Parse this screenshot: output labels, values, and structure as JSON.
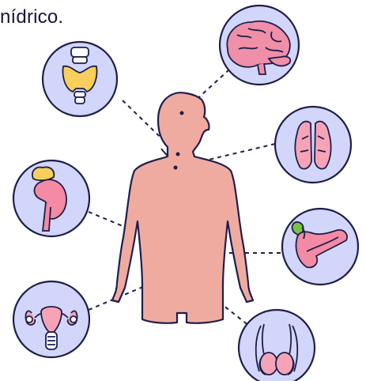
{
  "caption": "nídrico.",
  "colors": {
    "outline": "#1e1e4b",
    "circle_fill": "#d3d6fb",
    "skin": "#f0aba1",
    "organ_pink": "#f6a3b8",
    "gland_yellow": "#f7cf5a",
    "kidney_pink": "#f48aa3",
    "brain_pink": "#f08fa8",
    "gall_green": "#7ac443",
    "white": "#ffffff"
  },
  "organs": [
    {
      "name": "thyroid",
      "icon": "thyroid-icon"
    },
    {
      "name": "brain",
      "icon": "brain-icon"
    },
    {
      "name": "lungs",
      "icon": "lungs-icon"
    },
    {
      "name": "kidney-adrenal",
      "icon": "kidney-icon"
    },
    {
      "name": "pancreas",
      "icon": "pancreas-icon"
    },
    {
      "name": "uterus-ovaries",
      "icon": "uterus-icon"
    },
    {
      "name": "testes",
      "icon": "testes-icon"
    }
  ]
}
